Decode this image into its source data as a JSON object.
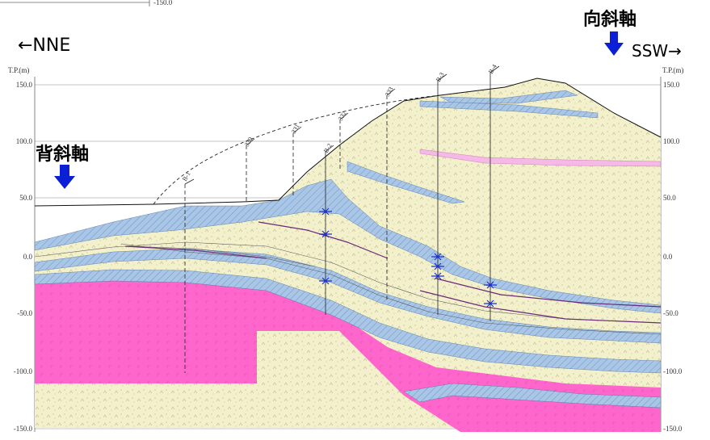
{
  "top_scale_label": "-150.0",
  "direction_left": "←NNE",
  "direction_right": "SSW→",
  "syncline_axis_label": "向斜軸",
  "anticline_axis_label": "背斜軸",
  "axis_title": "T.P.(m)",
  "elevation_ticks": [
    "150.0",
    "100.0",
    "50.0",
    "0.0",
    "-50.0",
    "-100.0",
    "-150.0"
  ],
  "borehole_labels": [
    "B-1",
    "330",
    "331",
    "B-2",
    "332",
    "333",
    "B-3",
    "B-4"
  ],
  "colors": {
    "pink_rock": "#ff66cc",
    "blue_layer": "#a9c6e6",
    "cream_layer": "#f3f0cc",
    "light_pink_lens": "#f6b8e6",
    "arrow_blue": "#0b1fd6"
  }
}
